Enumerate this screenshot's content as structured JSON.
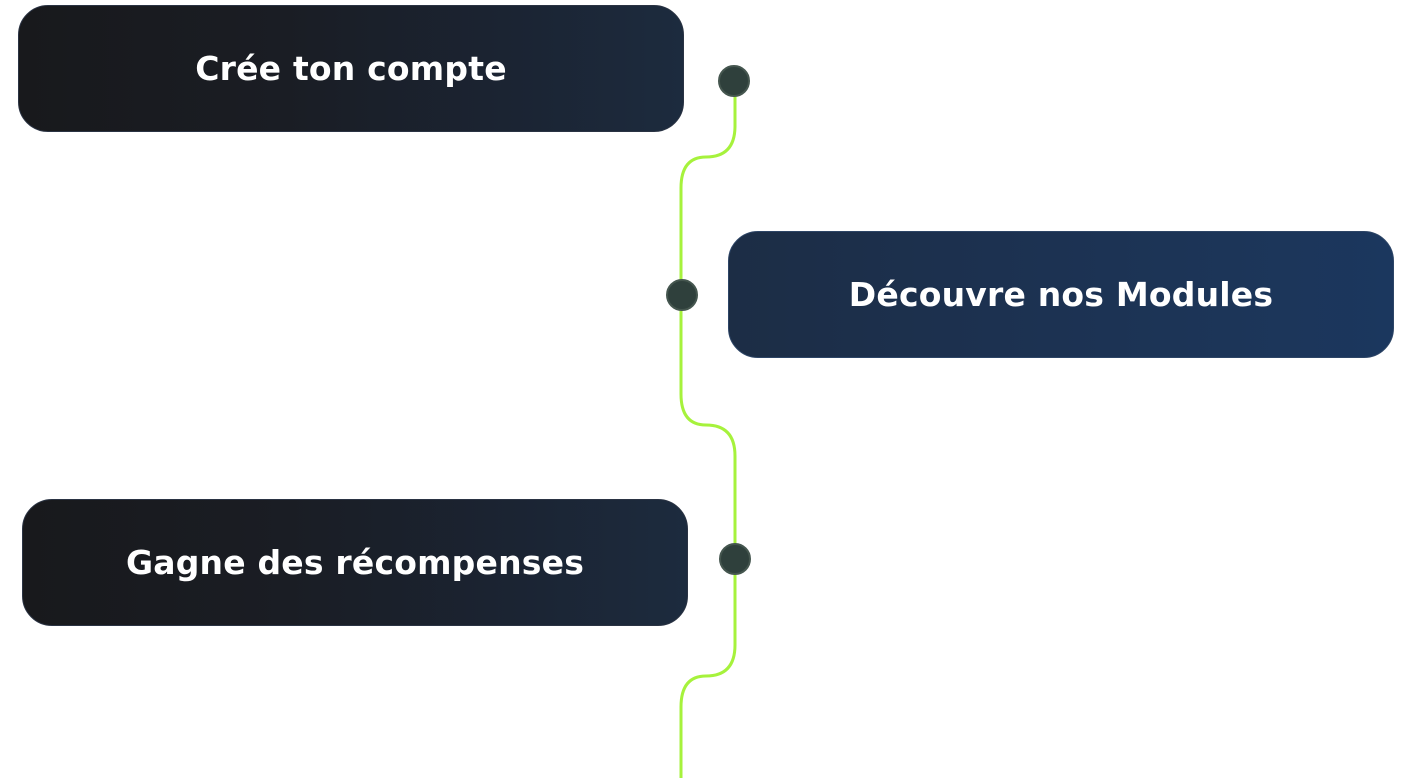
{
  "timeline": {
    "steps": [
      {
        "label": "Crée ton compte"
      },
      {
        "label": "Découvre nos Modules"
      },
      {
        "label": "Gagne des récompenses"
      }
    ],
    "colors": {
      "line": "#a6f23c",
      "node": "#2f403c",
      "node_outline": "#45564f"
    }
  }
}
